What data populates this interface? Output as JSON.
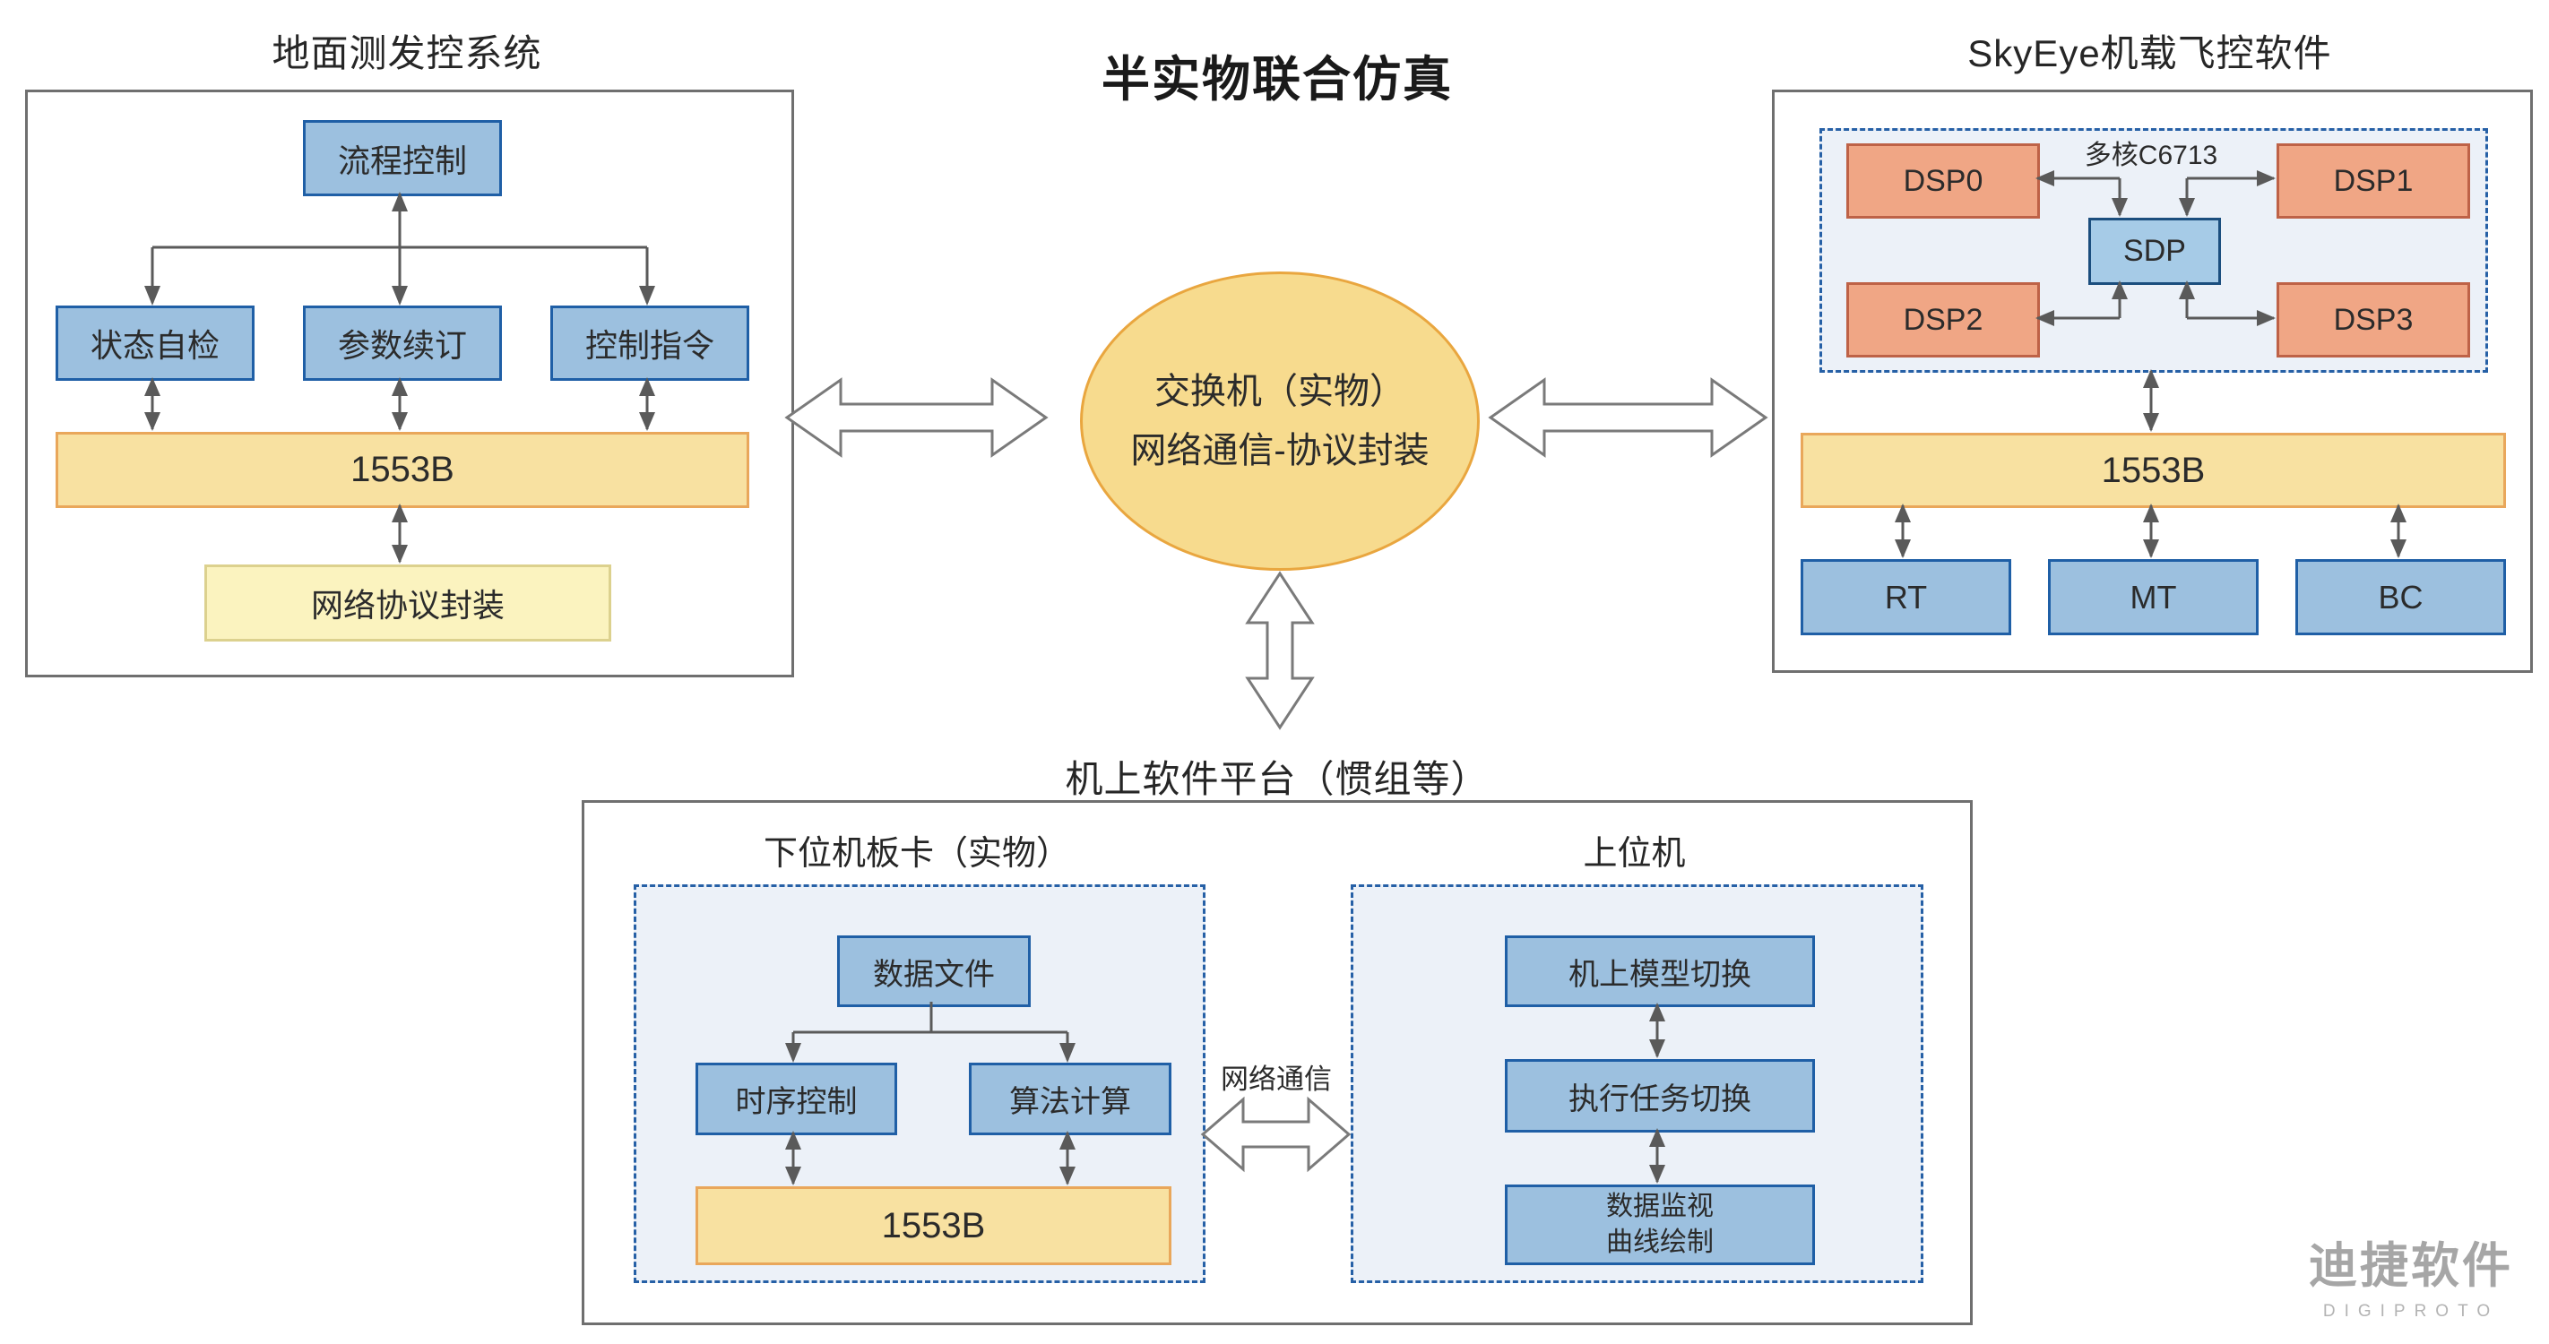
{
  "page": {
    "main_title": "半实物联合仿真"
  },
  "colors": {
    "blue_box_fill": "#9cc0df",
    "blue_box_border": "#1f5fa6",
    "salmon_fill": "#f0a685",
    "salmon_border": "#be6247",
    "bus_fill": "#f8e1a1",
    "bus_border": "#e9a75b",
    "net_proto_fill": "#fbf3bf",
    "net_proto_border": "#dcd18e",
    "dashed_fill": "#ecf1f8",
    "dashed_border": "#2660a6",
    "ellipse_fill": "#f7db8e",
    "ellipse_border": "#e9a63f",
    "wire": "#5a5a5a",
    "panel_border": "#6f6f6f",
    "logo_gray": "#a6a6a6"
  },
  "ground": {
    "title": "地面测发控系统",
    "process_control": "流程控制",
    "status_self_check": "状态自检",
    "parameter_binding": "参数续订",
    "control_command": "控制指令",
    "bus": "1553B",
    "protocol_encapsulation": "网络协议封装"
  },
  "switch_node": {
    "line1": "交换机（实物）",
    "line2": "网络通信-协议封装"
  },
  "skyeye": {
    "title": "SkyEye机载飞控软件",
    "chip_label": "多核C6713",
    "dsp0": "DSP0",
    "dsp1": "DSP1",
    "dsp2": "DSP2",
    "dsp3": "DSP3",
    "sdp": "SDP",
    "bus": "1553B",
    "rt": "RT",
    "mt": "MT",
    "bc": "BC"
  },
  "onboard": {
    "title": "机上软件平台（惯组等）",
    "lower": {
      "title": "下位机板卡（实物）",
      "data_file": "数据文件",
      "timing_control": "时序控制",
      "algorithm_compute": "算法计算",
      "bus": "1553B"
    },
    "upper": {
      "title": "上位机",
      "model_switch": "机上模型切换",
      "task_switch": "执行任务切换",
      "data_monitor_line1": "数据监视",
      "data_monitor_line2": "曲线绘制"
    },
    "network_label": "网络通信"
  },
  "logo": {
    "cn": "迪捷软件",
    "en": "DIGIPROTO"
  }
}
